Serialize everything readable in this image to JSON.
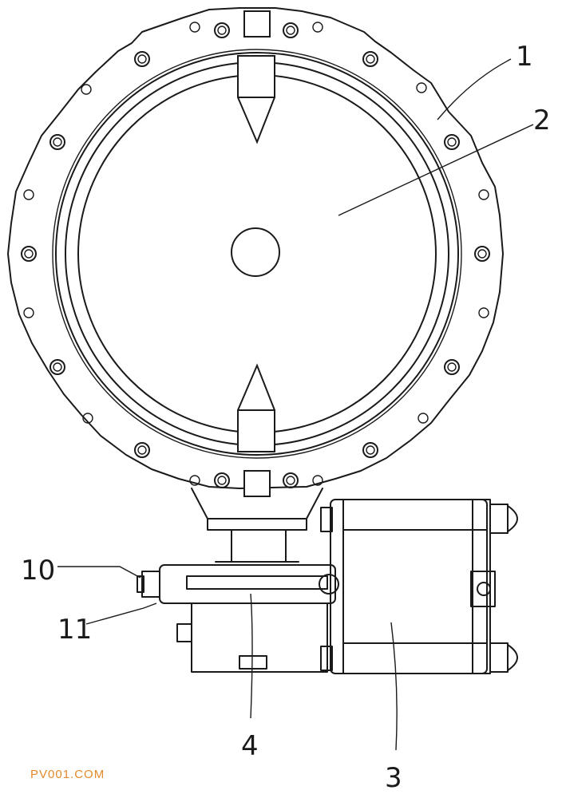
{
  "colors": {
    "line": "#1a1a1a",
    "background": "#ffffff",
    "watermark": "#e58a2c"
  },
  "labels": [
    "1",
    "2",
    "3",
    "4",
    "10",
    "11"
  ],
  "watermark": "PV001.COM"
}
